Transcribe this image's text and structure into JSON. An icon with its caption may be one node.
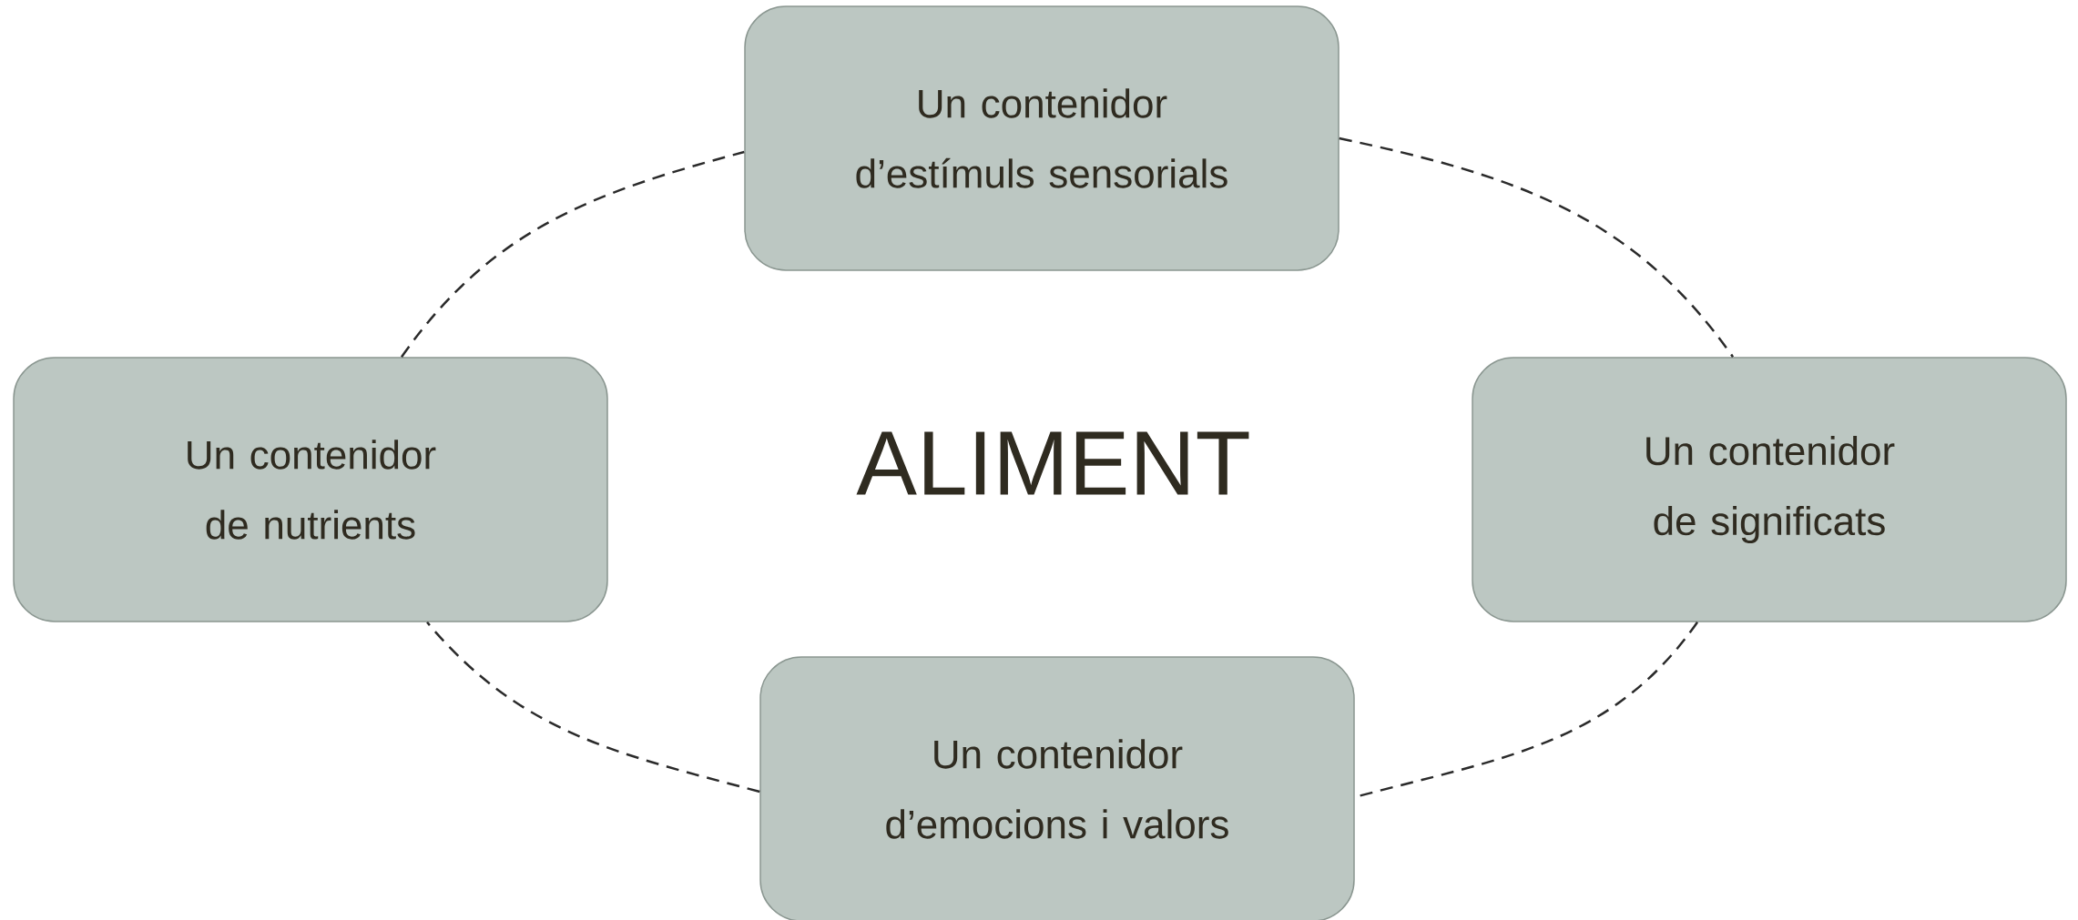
{
  "diagram": {
    "nodes": [
      {
        "text": [
          "Un contenidor d’estímuls sensorials"
        ]
      },
      {
        "text": [
          "Un contenidor de nutrients"
        ]
      },
      {
        "text": [
          "Un contenidor de significats"
        ]
      },
      {
        "text": [
          "Un contenidor d’emocions i valors"
        ]
      }
    ],
    "edges": [
      {
        "from": 0,
        "to": 2,
        "arrow": "none",
        "style": "dashed"
      },
      {
        "from": 2,
        "to": 3,
        "arrow": "none",
        "style": "dashed"
      },
      {
        "from": 3,
        "to": 1,
        "arrow": "none",
        "style": "dashed"
      },
      {
        "from": 1,
        "to": 0,
        "arrow": "none",
        "style": "dashed"
      }
    ],
    "labels": [
      "ALIMENT"
    ]
  }
}
